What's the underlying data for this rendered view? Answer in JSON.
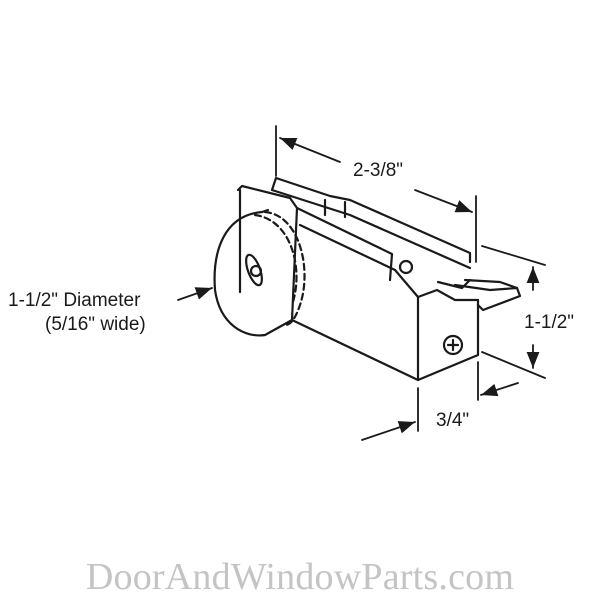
{
  "diagram": {
    "subject": "sliding door roller assembly",
    "dimensions": {
      "length": "2-3/8\"",
      "height": "1-1/2\"",
      "width": "3/4\"",
      "wheel_diameter": "1-1/2\" Diameter",
      "wheel_width": "(5/16\" wide)"
    }
  },
  "watermark": {
    "text": "DoorAndWindowParts.com",
    "color": "#c4c4c4"
  },
  "colors": {
    "line": "#1a1a1a",
    "background": "#ffffff"
  }
}
